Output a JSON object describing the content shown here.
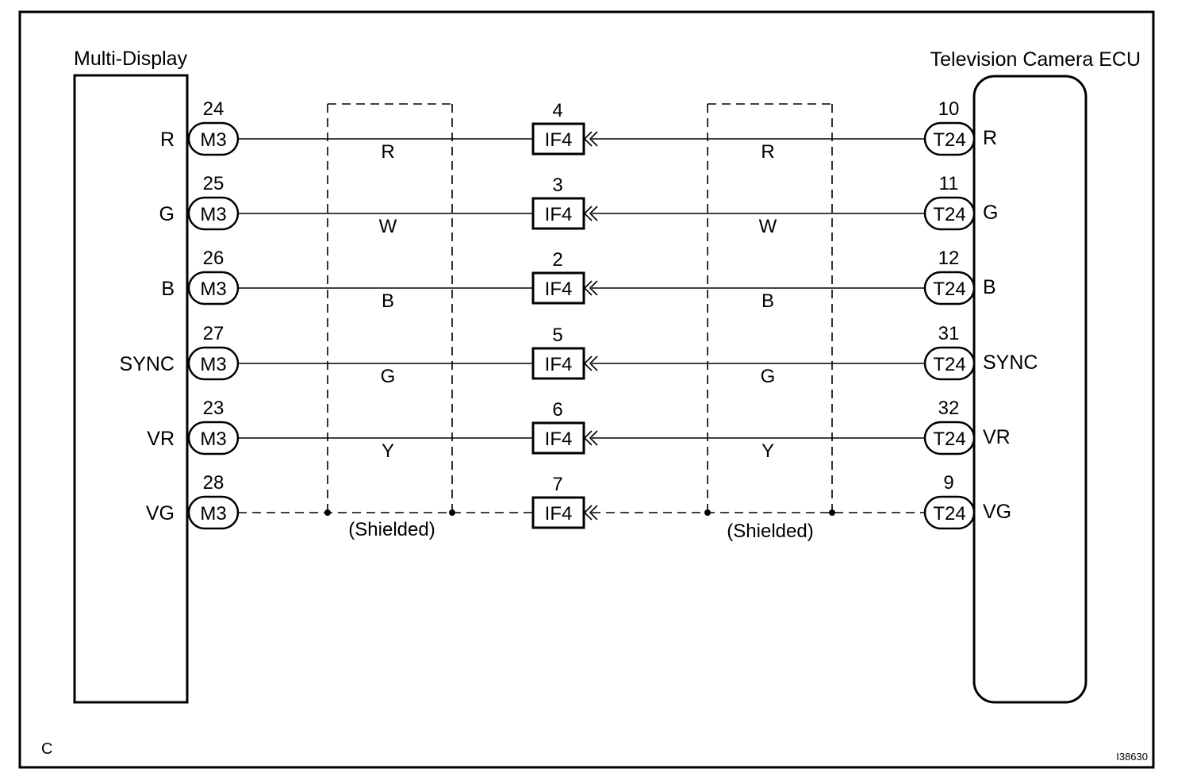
{
  "left_component": {
    "name": "Multi-Display",
    "connector": "M3"
  },
  "right_component": {
    "name": "Television Camera ECU",
    "connector": "T24"
  },
  "junction_connector": "IF4",
  "signals": [
    {
      "left_label": "R",
      "left_pin": "24",
      "junction_pin": "4",
      "left_wire": "R",
      "right_wire": "R",
      "right_pin": "10",
      "right_label": "R",
      "shielded": false
    },
    {
      "left_label": "G",
      "left_pin": "25",
      "junction_pin": "3",
      "left_wire": "W",
      "right_wire": "W",
      "right_pin": "11",
      "right_label": "G",
      "shielded": false
    },
    {
      "left_label": "B",
      "left_pin": "26",
      "junction_pin": "2",
      "left_wire": "B",
      "right_wire": "B",
      "right_pin": "12",
      "right_label": "B",
      "shielded": false
    },
    {
      "left_label": "SYNC",
      "left_pin": "27",
      "junction_pin": "5",
      "left_wire": "G",
      "right_wire": "G",
      "right_pin": "31",
      "right_label": "SYNC",
      "shielded": false
    },
    {
      "left_label": "VR",
      "left_pin": "23",
      "junction_pin": "6",
      "left_wire": "Y",
      "right_wire": "Y",
      "right_pin": "32",
      "right_label": "VR",
      "shielded": false
    },
    {
      "left_label": "VG",
      "left_pin": "28",
      "junction_pin": "7",
      "left_wire": "",
      "right_wire": "",
      "right_pin": "9",
      "right_label": "VG",
      "shielded": true
    }
  ],
  "shield_label": "(Shielded)",
  "corner_letter": "C",
  "figure_id": "I38630"
}
